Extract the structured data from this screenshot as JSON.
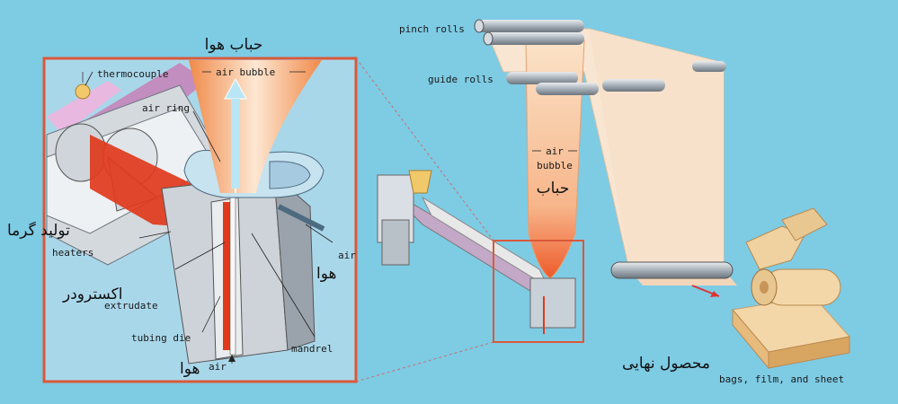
{
  "inset_labels": {
    "thermocouple": "thermocouple",
    "air_bubble": "air bubble",
    "air_ring": "air ring",
    "heaters": "heaters",
    "extrudate": "extrudate",
    "tubing_die": "tubing die",
    "air_bottom": "air",
    "air_right": "air",
    "mandrel": "mandrel"
  },
  "persian_labels": {
    "bubble_top": "حباب هوا",
    "heat": "تولید گرما",
    "extruder": "اکسترودر",
    "air_bottom": "هوا",
    "air_right": "هوا",
    "bubble_main": "حباب",
    "final_product": "محصول نهایی"
  },
  "main_labels": {
    "pinch_rolls": "pinch rolls",
    "guide_rolls": "guide rolls",
    "air_bubble_1": "air",
    "air_bubble_2": "bubble",
    "products": "bags, film, and sheet"
  },
  "colors": {
    "background": "#7ecbe4",
    "frame": "#d9593a",
    "inset_bg": "#a9d7ea",
    "plastic": "#e03a1c",
    "film": "#f6dcc0",
    "roll": "#9aa4ad"
  }
}
